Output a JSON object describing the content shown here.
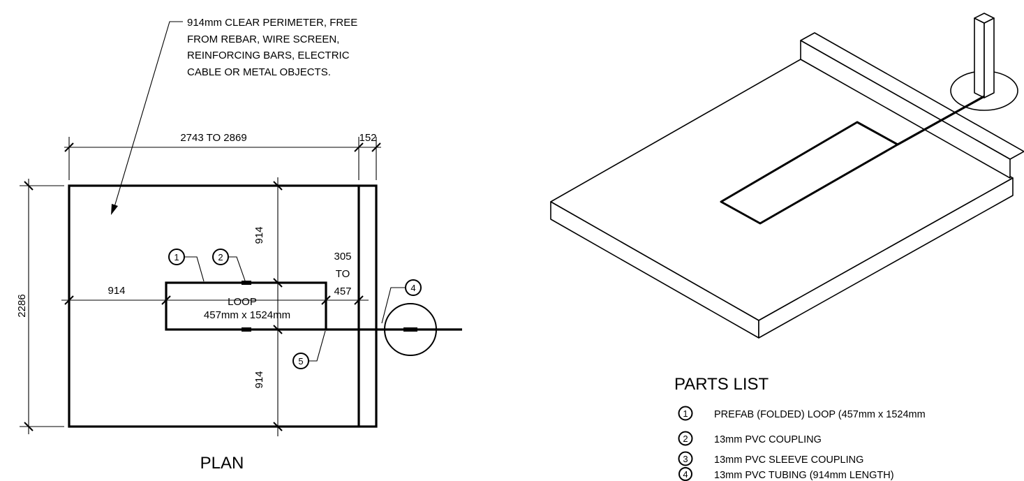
{
  "note": {
    "lines": [
      "914mm CLEAR PERIMETER, FREE",
      "FROM REBAR, WIRE SCREEN,",
      "REINFORCING BARS, ELECTRIC",
      "CABLE OR METAL OBJECTS."
    ]
  },
  "dimensions": {
    "overall_width": "2743 TO 2869",
    "curb_width": "152",
    "overall_height": "2286",
    "top_offset": "914",
    "bottom_offset": "914",
    "left_offset": "914",
    "curb_gap": [
      "305",
      "TO",
      "457"
    ]
  },
  "loop": {
    "label": "LOOP",
    "size": "457mm x 1524mm"
  },
  "callouts": [
    "1",
    "2",
    "4",
    "5"
  ],
  "plan_title": "PLAN",
  "parts_list": {
    "title": "PARTS LIST",
    "items": [
      {
        "num": "1",
        "text": "PREFAB (FOLDED) LOOP (457mm x 1524mm"
      },
      {
        "num": "2",
        "text": "13mm PVC COUPLING"
      },
      {
        "num": "3",
        "text": "13mm PVC SLEEVE COUPLING"
      },
      {
        "num": "4",
        "text": "13mm PVC TUBING (914mm LENGTH)"
      }
    ]
  }
}
